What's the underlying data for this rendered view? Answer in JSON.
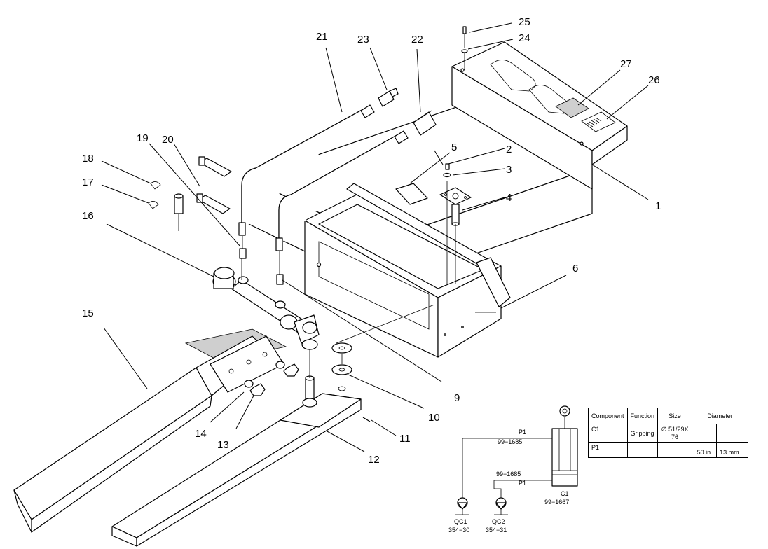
{
  "callouts": {
    "c1": "1",
    "c2": "2",
    "c3": "3",
    "c4": "4",
    "c5": "5",
    "c6": "6",
    "c9": "9",
    "c10": "10",
    "c11": "11",
    "c12": "12",
    "c13": "13",
    "c14": "14",
    "c15": "15",
    "c16": "16",
    "c17": "17",
    "c18": "18",
    "c19": "19",
    "c20": "20",
    "c21": "21",
    "c22": "22",
    "c23": "23",
    "c24": "24",
    "c25": "25",
    "c26": "26",
    "c27": "27"
  },
  "schematic": {
    "p1_top": "P1",
    "p1_top_part": "99−1685",
    "p1_bottom_part": "99−1685",
    "p1_bottom": "P1",
    "cylinder": "C1",
    "cylinder_part": "99−1667",
    "qc1": "QC1",
    "qc1_part": "354−30",
    "qc2": "QC2",
    "qc2_part": "354−31"
  },
  "table": {
    "headers": {
      "component": "Component",
      "function": "Function",
      "size": "Size",
      "diameter": "Diameter"
    },
    "rows": [
      {
        "component": "C1",
        "function": "Gripping",
        "size": "∅ 51/29X 76",
        "dia_in": "",
        "dia_mm": ""
      },
      {
        "component": "P1",
        "function": "",
        "size": "",
        "dia_in": ".50 in",
        "dia_mm": "13 mm"
      }
    ]
  }
}
